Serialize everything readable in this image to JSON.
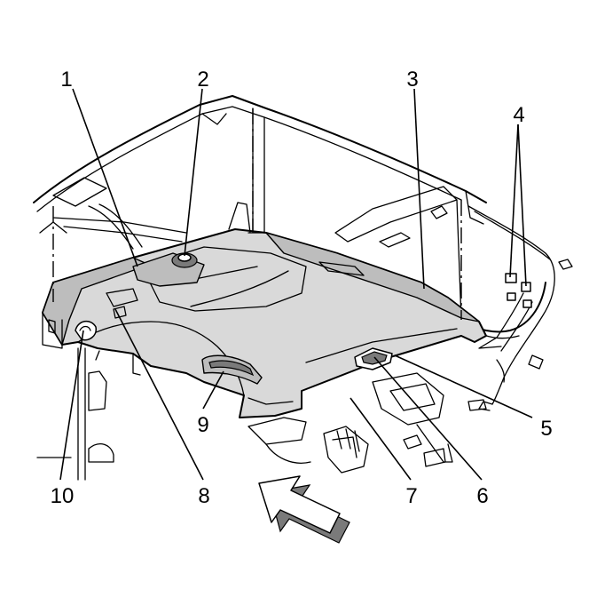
{
  "diagram": {
    "callouts": [
      "1",
      "2",
      "3",
      "4",
      "5",
      "6",
      "7",
      "8",
      "9",
      "10"
    ]
  }
}
